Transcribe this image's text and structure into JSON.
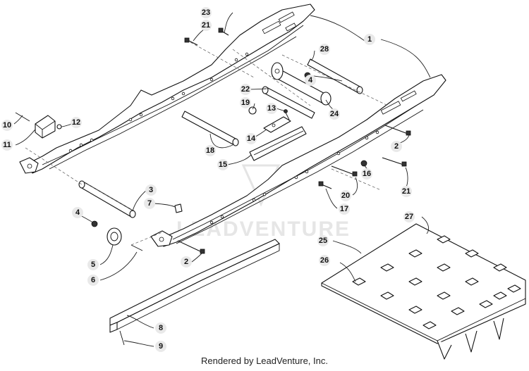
{
  "watermark": {
    "text": "LEADVENTURE"
  },
  "footer": {
    "text": "Rendered by LeadVenture, Inc."
  },
  "callouts": [
    {
      "n": "1"
    },
    {
      "n": "2"
    },
    {
      "n": "2"
    },
    {
      "n": "3"
    },
    {
      "n": "4"
    },
    {
      "n": "4"
    },
    {
      "n": "5"
    },
    {
      "n": "6"
    },
    {
      "n": "7"
    },
    {
      "n": "8"
    },
    {
      "n": "9"
    },
    {
      "n": "10"
    },
    {
      "n": "11"
    },
    {
      "n": "12"
    },
    {
      "n": "13"
    },
    {
      "n": "14"
    },
    {
      "n": "15"
    },
    {
      "n": "16"
    },
    {
      "n": "17"
    },
    {
      "n": "18"
    },
    {
      "n": "19"
    },
    {
      "n": "20"
    },
    {
      "n": "21"
    },
    {
      "n": "21"
    },
    {
      "n": "22"
    },
    {
      "n": "23"
    },
    {
      "n": "24"
    },
    {
      "n": "25"
    },
    {
      "n": "26"
    },
    {
      "n": "27"
    },
    {
      "n": "28"
    }
  ]
}
